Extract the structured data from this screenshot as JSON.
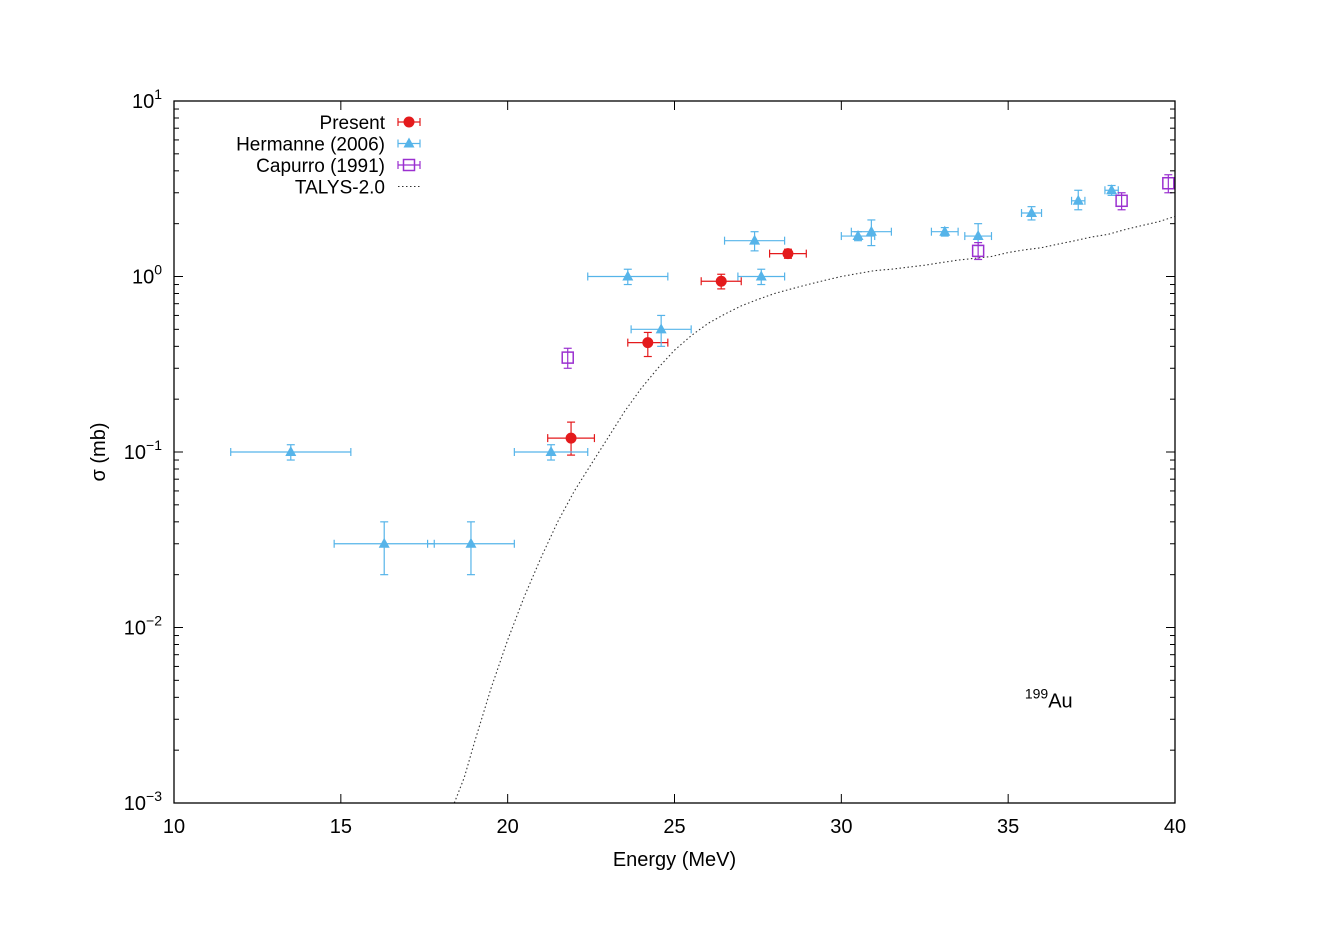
{
  "chart_data": {
    "type": "scatter",
    "xlabel": "Energy (MeV)",
    "ylabel": "σ (mb)",
    "xlim": [
      10,
      40
    ],
    "ylim": [
      0.001,
      10
    ],
    "yscale": "log",
    "grid": false,
    "legend_position": "top-left",
    "x_ticks": [
      "10",
      "15",
      "20",
      "25",
      "30",
      "35",
      "40"
    ],
    "y_ticks": [
      {
        "base": "10",
        "exp": "−3"
      },
      {
        "base": "10",
        "exp": "−2"
      },
      {
        "base": "10",
        "exp": "−1"
      },
      {
        "base": "10",
        "exp": "0"
      },
      {
        "base": "10",
        "exp": "1"
      }
    ],
    "annotation": {
      "sup": "199",
      "text": "Au",
      "x": 35.5,
      "y": 0.0035
    },
    "series": [
      {
        "name": "Present",
        "color": "#e41a1c",
        "marker": "circle",
        "points": [
          {
            "x": 21.9,
            "y": 0.12,
            "xerr": 0.7,
            "ylo": 0.096,
            "yhi": 0.148
          },
          {
            "x": 24.2,
            "y": 0.42,
            "xerr": 0.6,
            "ylo": 0.35,
            "yhi": 0.48
          },
          {
            "x": 26.4,
            "y": 0.94,
            "xerr": 0.6,
            "ylo": 0.85,
            "yhi": 1.03
          },
          {
            "x": 28.4,
            "y": 1.35,
            "xerr": 0.55,
            "ylo": 1.27,
            "yhi": 1.43
          }
        ]
      },
      {
        "name": "Hermanne (2006)",
        "color": "#56b4e9",
        "marker": "triangle",
        "points": [
          {
            "x": 13.5,
            "y": 0.1,
            "xerr": 1.8,
            "ylo": 0.09,
            "yhi": 0.11
          },
          {
            "x": 16.3,
            "y": 0.03,
            "xerr": 1.5,
            "ylo": 0.02,
            "yhi": 0.04
          },
          {
            "x": 18.9,
            "y": 0.03,
            "xerr": 1.3,
            "ylo": 0.02,
            "yhi": 0.04
          },
          {
            "x": 21.3,
            "y": 0.1,
            "xerr": 1.1,
            "ylo": 0.09,
            "yhi": 0.11
          },
          {
            "x": 23.6,
            "y": 1.0,
            "xerr": 1.2,
            "ylo": 0.9,
            "yhi": 1.1
          },
          {
            "x": 24.6,
            "y": 0.5,
            "xerr": 0.9,
            "ylo": 0.4,
            "yhi": 0.6
          },
          {
            "x": 27.4,
            "y": 1.6,
            "xerr": 0.9,
            "ylo": 1.4,
            "yhi": 1.8
          },
          {
            "x": 27.6,
            "y": 1.0,
            "xerr": 0.7,
            "ylo": 0.9,
            "yhi": 1.1
          },
          {
            "x": 30.5,
            "y": 1.7,
            "xerr": 0.5,
            "ylo": 1.6,
            "yhi": 1.8
          },
          {
            "x": 30.9,
            "y": 1.8,
            "xerr": 0.6,
            "ylo": 1.5,
            "yhi": 2.1
          },
          {
            "x": 33.1,
            "y": 1.8,
            "xerr": 0.4,
            "ylo": 1.7,
            "yhi": 1.9
          },
          {
            "x": 34.1,
            "y": 1.7,
            "xerr": 0.4,
            "ylo": 1.5,
            "yhi": 2.0
          },
          {
            "x": 35.7,
            "y": 2.3,
            "xerr": 0.3,
            "ylo": 2.1,
            "yhi": 2.5
          },
          {
            "x": 37.1,
            "y": 2.7,
            "xerr": 0.2,
            "ylo": 2.4,
            "yhi": 3.1
          },
          {
            "x": 38.1,
            "y": 3.1,
            "xerr": 0.2,
            "ylo": 2.9,
            "yhi": 3.3
          }
        ]
      },
      {
        "name": "Capurro (1991)",
        "color": "#9b30d0",
        "marker": "square",
        "points": [
          {
            "x": 21.8,
            "y": 0.345,
            "xerr": 0,
            "ylo": 0.3,
            "yhi": 0.39
          },
          {
            "x": 34.1,
            "y": 1.4,
            "xerr": 0,
            "ylo": 1.25,
            "yhi": 1.56
          },
          {
            "x": 38.4,
            "y": 2.7,
            "xerr": 0,
            "ylo": 2.4,
            "yhi": 3.0
          },
          {
            "x": 39.8,
            "y": 3.4,
            "xerr": 0,
            "ylo": 3.0,
            "yhi": 3.8
          }
        ]
      }
    ],
    "curve": {
      "name": "TALYS-2.0",
      "color": "#333333",
      "style": "dotted",
      "x": [
        18.4,
        18.7,
        19.0,
        19.5,
        20.0,
        20.5,
        21.0,
        21.5,
        22.0,
        22.5,
        23.0,
        23.5,
        24.0,
        24.5,
        25.0,
        25.5,
        26.0,
        26.5,
        27.0,
        27.5,
        28.0,
        28.5,
        29.0,
        29.5,
        30.0,
        30.5,
        31.0,
        31.5,
        32.0,
        32.5,
        33.0,
        33.5,
        34.0,
        34.5,
        35.0,
        35.5,
        36.0,
        36.5,
        37.0,
        37.5,
        38.0,
        38.5,
        39.0,
        39.5,
        40.0
      ],
      "y": [
        0.001,
        0.0014,
        0.0022,
        0.0045,
        0.0085,
        0.015,
        0.025,
        0.04,
        0.06,
        0.085,
        0.12,
        0.17,
        0.23,
        0.3,
        0.38,
        0.46,
        0.54,
        0.61,
        0.68,
        0.74,
        0.8,
        0.85,
        0.9,
        0.95,
        1.0,
        1.04,
        1.08,
        1.1,
        1.13,
        1.16,
        1.2,
        1.24,
        1.27,
        1.3,
        1.37,
        1.42,
        1.46,
        1.53,
        1.6,
        1.68,
        1.74,
        1.85,
        1.95,
        2.05,
        2.2
      ]
    }
  }
}
